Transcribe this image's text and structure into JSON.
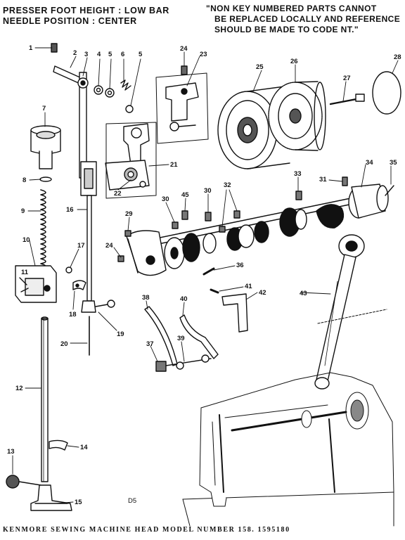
{
  "header": {
    "line1": "PRESSER FOOT HEIGHT : LOW BAR",
    "line2": "NEEDLE POSITION : CENTER"
  },
  "notice": {
    "line1": "\"NON KEY NUMBERED PARTS CANNOT",
    "line2": "BE REPLACED LOCALLY AND REFERENCE",
    "line3": "SHOULD BE MADE TO CODE NT.\""
  },
  "page_code": "D5",
  "footer": "KENMORE SEWING MACHINE HEAD  MODEL NUMBER 158. 1595180",
  "callouts": [
    "1",
    "2",
    "3",
    "4",
    "5",
    "6",
    "5",
    "7",
    "8",
    "9",
    "10",
    "11",
    "12",
    "13",
    "14",
    "15",
    "16",
    "17",
    "18",
    "19",
    "20",
    "21",
    "22",
    "23",
    "24",
    "25",
    "26",
    "27",
    "28",
    "29",
    "30",
    "45",
    "30",
    "32",
    "33",
    "31",
    "34",
    "35",
    "24",
    "36",
    "37",
    "38",
    "39",
    "40",
    "41",
    "42",
    "43"
  ]
}
